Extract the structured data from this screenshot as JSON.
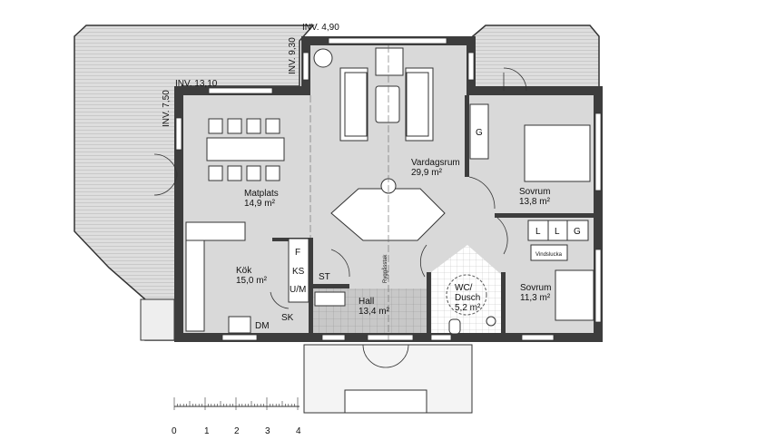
{
  "dimensions": {
    "inv_490": "INV. 4,90",
    "inv_930": "INV. 9,30",
    "inv_1310": "INV. 13,10",
    "inv_750": "INV. 7,50"
  },
  "rooms": {
    "vardagsrum": {
      "name": "Vardagsrum",
      "area": "29,9 m²"
    },
    "matplats": {
      "name": "Matplats",
      "area": "14,9 m²"
    },
    "kok": {
      "name": "Kök",
      "area": "15,0 m²"
    },
    "hall": {
      "name": "Hall",
      "area": "13,4 m²"
    },
    "wc": {
      "name1": "WC/",
      "name2": "Dusch",
      "area": "5,2 m²"
    },
    "sovrum1": {
      "name": "Sovrum",
      "area": "13,8 m²"
    },
    "sovrum2": {
      "name": "Sovrum",
      "area": "11,3 m²"
    }
  },
  "fixtures": {
    "g1": "G",
    "f": "F",
    "ks": "KS",
    "um": "U/M",
    "sk": "SK",
    "dm": "DM",
    "st": "ST",
    "l1": "L",
    "l2": "L",
    "g2": "G",
    "vindslucka": "Vindslucka",
    "ryggasstak": "Ryggåsstak"
  },
  "scale": {
    "ticks": [
      "0",
      "1",
      "2",
      "3",
      "4"
    ]
  },
  "colors": {
    "floor": "#d9d9d9",
    "wall": "#3d3d3d",
    "deck": "#dcdcdc"
  }
}
